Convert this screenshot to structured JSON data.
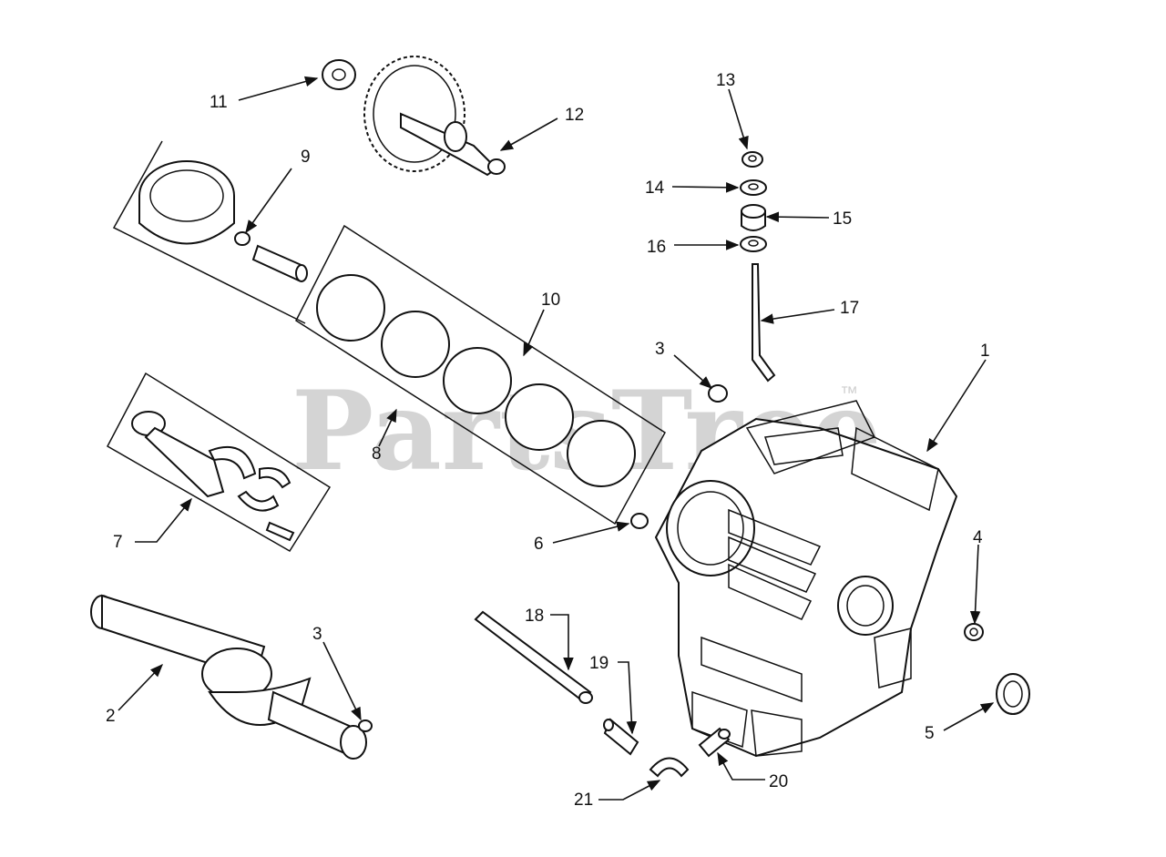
{
  "watermark": {
    "text": "PartsTree",
    "trademark": "™"
  },
  "callouts": [
    {
      "id": "c1",
      "text": "1"
    },
    {
      "id": "c2",
      "text": "2"
    },
    {
      "id": "c3a",
      "text": "3"
    },
    {
      "id": "c3b",
      "text": "3"
    },
    {
      "id": "c4",
      "text": "4"
    },
    {
      "id": "c5",
      "text": "5"
    },
    {
      "id": "c6",
      "text": "6"
    },
    {
      "id": "c7",
      "text": "7"
    },
    {
      "id": "c8",
      "text": "8"
    },
    {
      "id": "c9",
      "text": "9"
    },
    {
      "id": "c10",
      "text": "10"
    },
    {
      "id": "c11",
      "text": "11"
    },
    {
      "id": "c12",
      "text": "12"
    },
    {
      "id": "c13",
      "text": "13"
    },
    {
      "id": "c14",
      "text": "14"
    },
    {
      "id": "c15",
      "text": "15"
    },
    {
      "id": "c16",
      "text": "16"
    },
    {
      "id": "c17",
      "text": "17"
    },
    {
      "id": "c18",
      "text": "18"
    },
    {
      "id": "c19",
      "text": "19"
    },
    {
      "id": "c20",
      "text": "20"
    },
    {
      "id": "c21",
      "text": "21"
    }
  ]
}
